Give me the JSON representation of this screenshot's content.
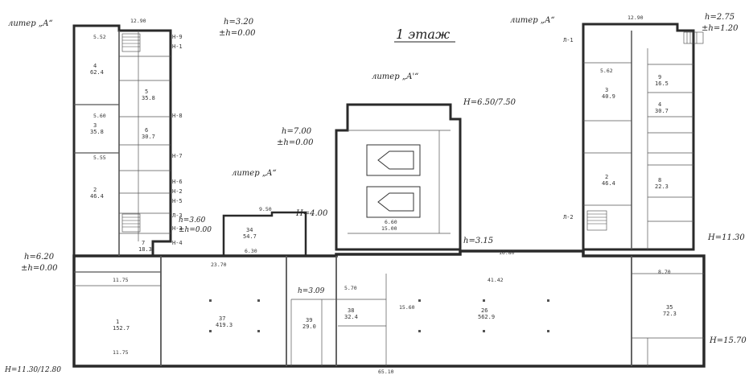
{
  "plan": {
    "title": "1 этаж",
    "letter_labels": {
      "left_top": "литер „А“",
      "right_top": "литер „А“",
      "center": "литер „А'“",
      "middle": "литер „А“"
    },
    "heights": {
      "left_top_h": "h=3.20",
      "left_top_dh": "±h=0.00",
      "right_top_h": "h=2.75",
      "right_top_dh": "±h=1.20",
      "center_h": "H=6.50/7.50",
      "mid_h": "h=7.00",
      "mid_dh": "±h=0.00",
      "left_h": "h=6.20",
      "left_dh": "±h=0.00",
      "small_h": "h=3.60",
      "small_dh": "±h=0.00",
      "h400": "H=4.00",
      "h315": "h=3.15",
      "h309": "h=3.09",
      "right_h": "H=11.30",
      "right_bottom_h": "H=15.70",
      "bottom_left_h": "H=11.30/12.80"
    },
    "rooms": [
      {
        "num": "4",
        "area": "62.4"
      },
      {
        "num": "5",
        "area": "35.8"
      },
      {
        "num": "6",
        "area": "30.7"
      },
      {
        "num": "3",
        "area": "35.8"
      },
      {
        "num": "2",
        "area": "46.4"
      },
      {
        "num": "7",
        "area": "18.3"
      },
      {
        "num": "34",
        "area": "54.7"
      },
      {
        "num": "26",
        "area": "562.9"
      },
      {
        "num": "37",
        "area": "419.3"
      },
      {
        "num": "1",
        "area": "152.7"
      },
      {
        "num": "39",
        "area": "29.0"
      },
      {
        "num": "38",
        "area": "32.4"
      },
      {
        "num": "3",
        "area": "40.9"
      },
      {
        "num": "2",
        "area": "46.4"
      },
      {
        "num": "8",
        "area": "22.3"
      },
      {
        "num": "4",
        "area": "30.7"
      },
      {
        "num": "35",
        "area": "72.3"
      },
      {
        "num": "9",
        "area": "16.5"
      }
    ],
    "dims": [
      "12.90",
      "12.90",
      "65.10",
      "16.80",
      "23.70",
      "11.75",
      "11.75",
      "5.60",
      "5.52",
      "5.55",
      "5.62",
      "9.50",
      "6.30",
      "6.60",
      "15.00",
      "41.42",
      "8.70",
      "5.70",
      "15.60"
    ],
    "exits": [
      "Н-1",
      "Н-2",
      "Н-3",
      "Н-4",
      "Н-5",
      "Н-6",
      "Н-7",
      "Н-8",
      "Н-9",
      "Л-1",
      "Л-2",
      "Л-3"
    ]
  }
}
